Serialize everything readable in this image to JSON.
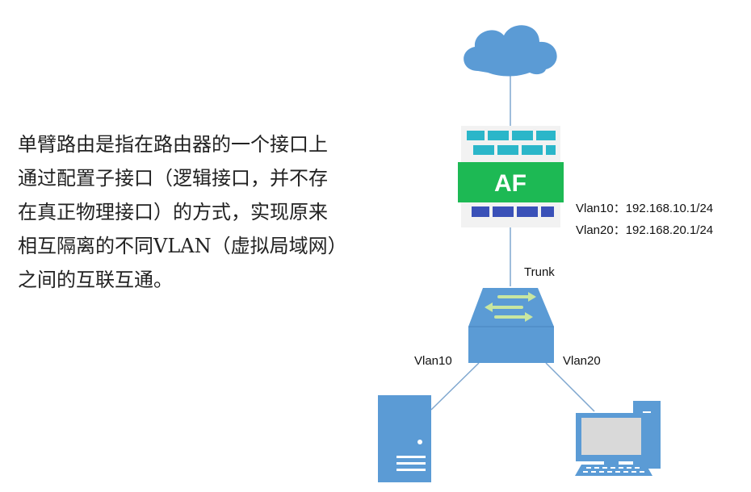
{
  "description": {
    "lines": [
      "单臂路由是指在路由器的一个接口上",
      "通过配置子接口（逻辑接口，并不存",
      "在真正物理接口）的方式，实现原来",
      "相互隔离的不同VLAN（虚拟局域网）",
      "之间的互联互通。"
    ]
  },
  "diagram": {
    "firewall_label": "AF",
    "vlan10_address": "Vlan10：192.168.10.1/24",
    "vlan20_address": "Vlan20：192.168.20.1/24",
    "trunk_label": "Trunk",
    "left_link_label": "Vlan10",
    "right_link_label": "Vlan20",
    "icons": [
      "cloud-icon",
      "firewall-icon",
      "switch-icon",
      "server-icon",
      "pc-icon"
    ]
  },
  "colors": {
    "device_blue": "#5b9bd5",
    "af_green": "#1db954",
    "link_line": "#7fa7cf"
  }
}
